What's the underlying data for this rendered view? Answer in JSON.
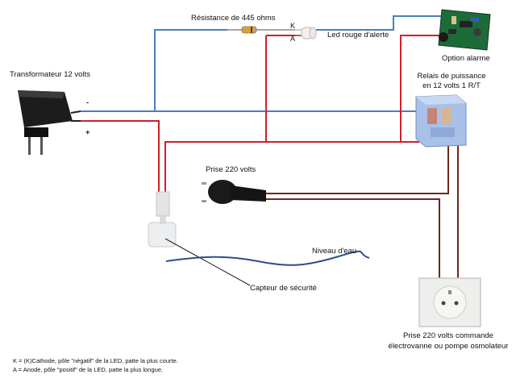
{
  "labels": {
    "resistor": "Résistance de 445 ohms",
    "led_k": "K",
    "led_a": "A",
    "led": "Led rouge d'alerte",
    "alarm": "Option alarme",
    "transformer": "Transformateur 12 volts",
    "minus": "-",
    "plus": "+",
    "relay_line1": "Relais de puissance",
    "relay_line2": "en 12 volts 1 R/T",
    "plug": "Prise 220 volts",
    "water": "Niveau d'eau",
    "sensor": "Capteur de sécurité",
    "socket_line1": "Prise 220 volts commande",
    "socket_line2": "électrovanne ou pompe osmolateur",
    "legend_k": "K = (K)Cathode, pôle \"négatif\" de la LED, patte la plus courte.",
    "legend_a": "A = Anode, pôle \"positif\" de la LED, patte la plus longue."
  },
  "colors": {
    "negative_wire": "#4a7fb5",
    "positive_wire": "#d0202a",
    "mains_wire": "#6b2a1e",
    "water_line": "#2a4f8f"
  }
}
